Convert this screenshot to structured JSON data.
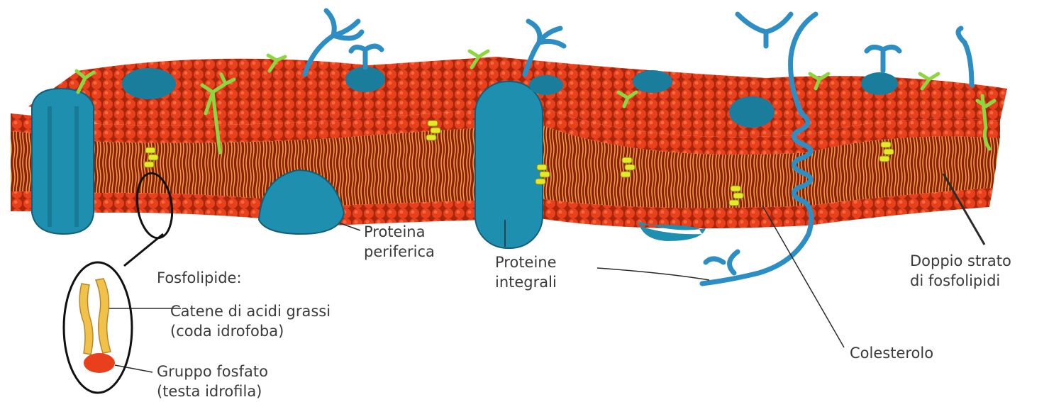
{
  "labels": {
    "proteina_periferica": [
      "Proteina",
      "periferica"
    ],
    "proteine_integrali": [
      "Proteine",
      "integrali"
    ],
    "doppio_strato": [
      "Doppio strato",
      "di fosfolipidi"
    ],
    "colesterolo": "Colesterolo",
    "fosfolipide": "Fosfolipide:",
    "catene": [
      "Catene di acidi grassi",
      "(coda idrofoba)"
    ],
    "gruppo": [
      "Gruppo fosfato",
      "(testa idrofila)"
    ]
  },
  "colors": {
    "head_red": "#e8401c",
    "head_dark": "#b02a10",
    "tail_orange": "#e9a23b",
    "interior": "#8e1d0a",
    "protein_blue": "#1f8fb0",
    "protein_dark": "#145f78",
    "glyco_green": "#8ed640",
    "chain_blue": "#2d8ec4",
    "cholesterol_yellow": "#e8e82a"
  }
}
